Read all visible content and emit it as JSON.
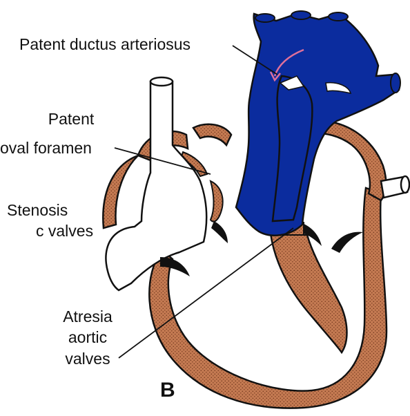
{
  "labels": {
    "patent_ductus": "Patent ductus arteriosus",
    "patent_oval_line1": "Patent",
    "patent_oval_line2": "oval foramen",
    "stenosis_line1": "Stenosis",
    "stenosis_line2": "c valves",
    "atresia_line1": "Atresia",
    "atresia_line2": "aortic",
    "atresia_line3": "valves"
  },
  "panel_letter": "B",
  "colors": {
    "myocardium": "#c47a52",
    "stipple": "#7a3e22",
    "vessel_blue": "#0b2c9e",
    "outline": "#111111",
    "arrow_pink": "#e0709a",
    "background": "#ffffff"
  }
}
